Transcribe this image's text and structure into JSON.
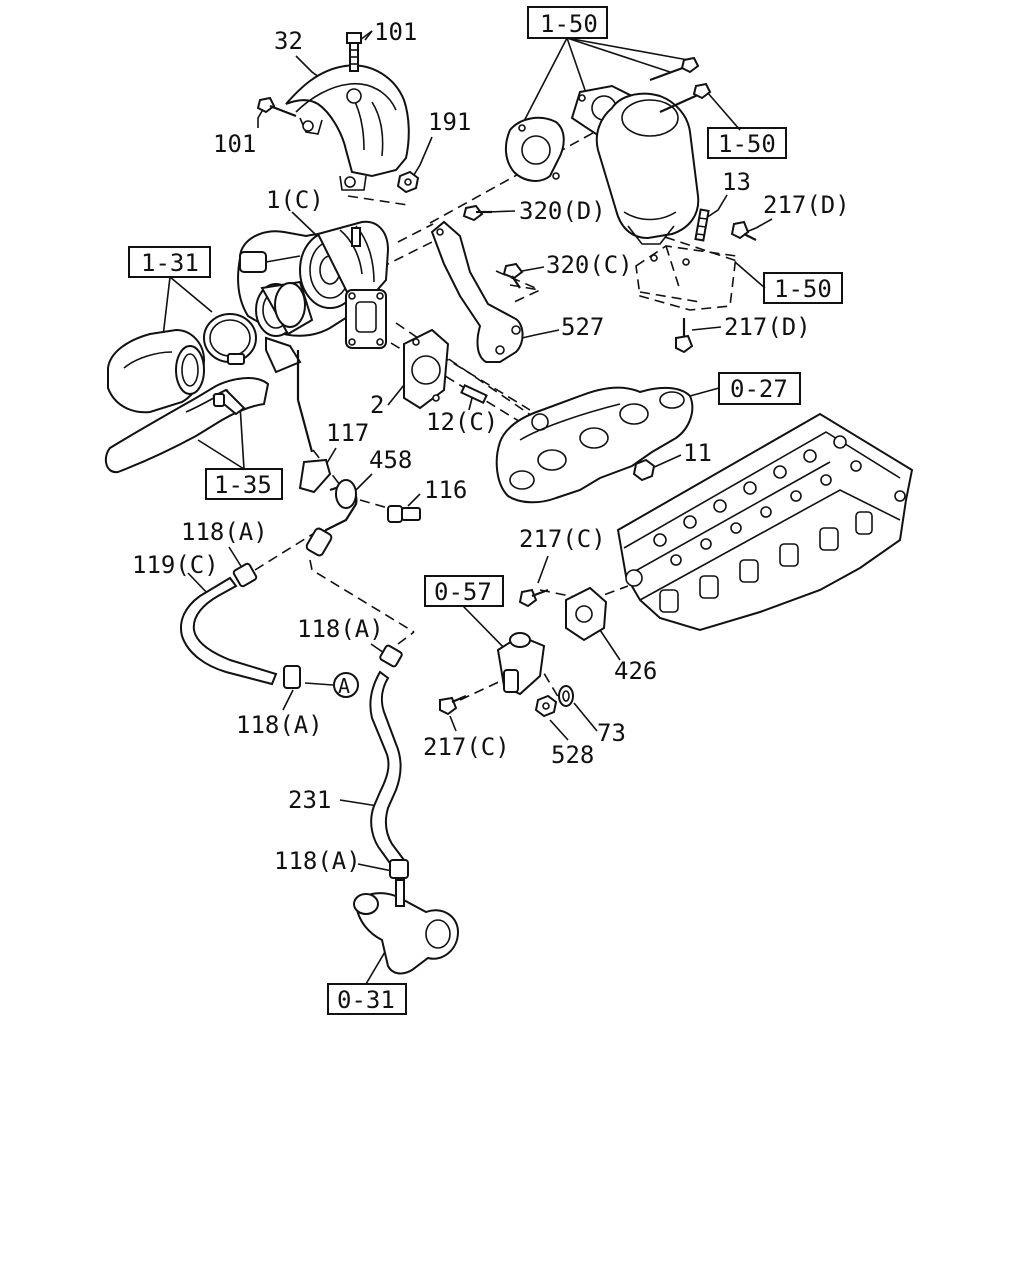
{
  "diagram": {
    "callouts": {
      "c101a": "101",
      "c32": "32",
      "c101b": "101",
      "c191": "191",
      "c1C": "1(C)",
      "c320D": "320(D)",
      "c320C": "320(C)",
      "c13": "13",
      "c217Da": "217(D)",
      "c217Db": "217(D)",
      "c527": "527",
      "c2": "2",
      "c12C": "12(C)",
      "c11": "11",
      "c117": "117",
      "c458": "458",
      "c116": "116",
      "c118Aa": "118(A)",
      "c119C": "119(C)",
      "c118Ab": "118(A)",
      "c118Ac": "118(A)",
      "c217Ca": "217(C)",
      "c426": "426",
      "c217Cb": "217(C)",
      "c73": "73",
      "c528": "528",
      "c231": "231",
      "c118Ad": "118(A)",
      "circleA": "A"
    },
    "refs": {
      "r150a": "1-50",
      "r150b": "1-50",
      "r150c": "1-50",
      "r131": "1-31",
      "r027": "0-27",
      "r135": "1-35",
      "r057": "0-57",
      "r031": "0-31"
    }
  }
}
